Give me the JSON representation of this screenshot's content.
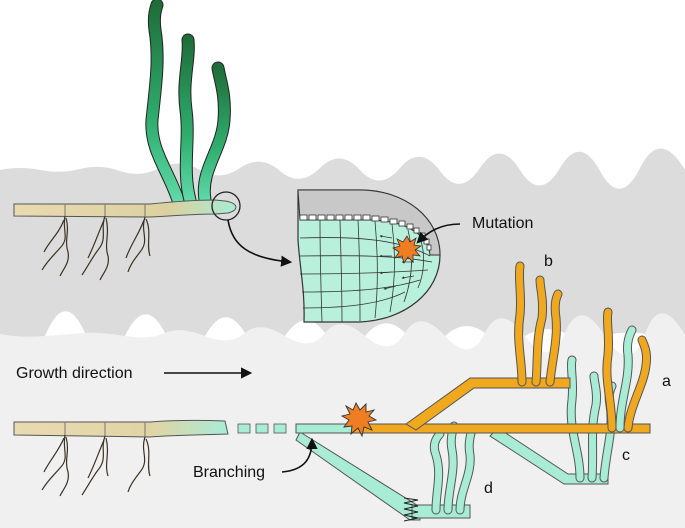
{
  "labels": {
    "mutation": "Mutation",
    "growth_direction": "Growth direction",
    "branching": "Branching",
    "a": "a",
    "b": "b",
    "c": "c",
    "d": "d"
  },
  "colors": {
    "soil_top": "#dcdcdc",
    "soil_bottom": "#f0f0f0",
    "rhizome_tan": "#e3d3a4",
    "shoot_dark_green": "#1f7a3e",
    "shoot_light_green": "#4fcf9a",
    "mutant_orange": "#f0a81e",
    "mint": "#a8ecd6",
    "meristem_mint": "#b8f0dc",
    "star_orange": "#ef7d22",
    "root_brown": "#3a3322"
  }
}
